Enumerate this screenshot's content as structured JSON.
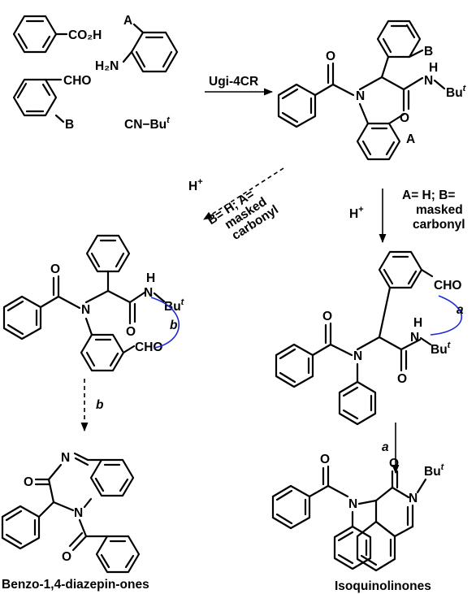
{
  "reactants": {
    "acid_group": "CO₂H",
    "amine_substituent": "A",
    "amine_group": "H₂N",
    "aldehyde_group": "CHO",
    "aldehyde_substituent": "B",
    "isocyanide_label": "CN−Bu",
    "isocyanide_sup": "t"
  },
  "step1": {
    "label": "Ugi-4CR"
  },
  "ugi_adduct": {
    "sub_b": "B",
    "sub_a": "A",
    "nh_h": "H",
    "nh_n": "N",
    "tbu": "Bu",
    "tbu_sup": "t",
    "oxygen": "O",
    "amide_n": "N"
  },
  "left_branch": {
    "reagent": "H",
    "reagent_sup": "+",
    "condition_lines": [
      "B= H; A=",
      "masked",
      "carbonyl"
    ]
  },
  "right_branch": {
    "reagent": "H",
    "reagent_sup": "+",
    "condition_lines": [
      "A= H; B=",
      "masked",
      "carbonyl"
    ]
  },
  "left_intermediate": {
    "aldehyde": "CHO",
    "cyclization": "b",
    "nh_h": "H",
    "nh_n": "N",
    "tbu": "Bu",
    "tbu_sup": "t"
  },
  "right_intermediate": {
    "aldehyde": "CHO",
    "cyclization": "a",
    "nh_h": "H",
    "nh_n": "N",
    "tbu": "Bu",
    "tbu_sup": "t"
  },
  "left_step": {
    "label": "b"
  },
  "right_step": {
    "label": "a"
  },
  "products": {
    "left_name": "Benzo-1,4-diazepin-ones",
    "right_name": "Isoquinolinones",
    "right_tbu": "Bu",
    "right_tbu_sup": "t"
  },
  "colors": {
    "nh": "#1f2ad8",
    "cho": "#e01b1b",
    "path_label": "#1f2ad8",
    "ink": "#000000"
  }
}
